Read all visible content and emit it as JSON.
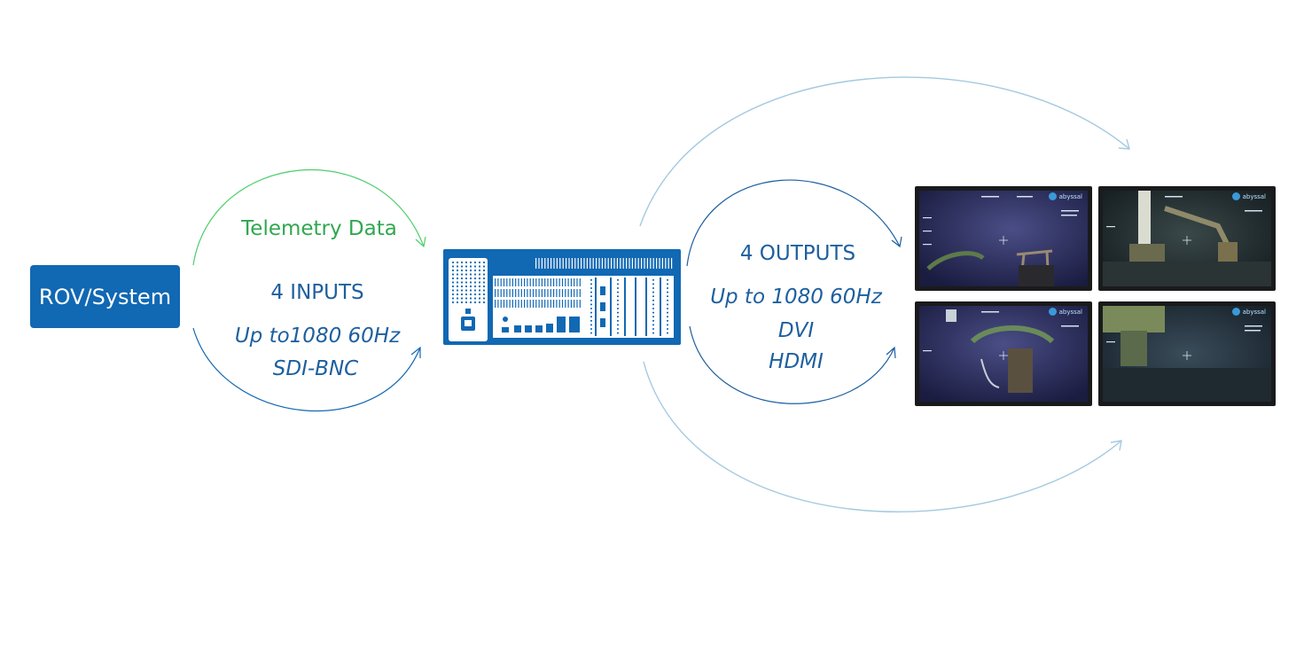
{
  "diagram": {
    "source": {
      "label": "ROV/System"
    },
    "telemetry": {
      "label": "Telemetry Data"
    },
    "inputs": {
      "title": "4 INPUTS",
      "spec": "Up to1080 60Hz",
      "connector": "SDI-BNC"
    },
    "outputs": {
      "title": "4 OUTPUTS",
      "spec": "Up to 1080 60Hz",
      "connectors": [
        "DVI",
        "HDMI"
      ]
    },
    "monitors": [
      {
        "brand": "abyssal"
      },
      {
        "brand": "abyssal"
      },
      {
        "brand": "abyssal"
      },
      {
        "brand": "abyssal"
      }
    ],
    "colors": {
      "primary_blue": "#1168b3",
      "arrow_green": "#4ccf6a",
      "arrow_light_blue": "#a4c9e0",
      "text_blue": "#1d5f9f"
    }
  }
}
